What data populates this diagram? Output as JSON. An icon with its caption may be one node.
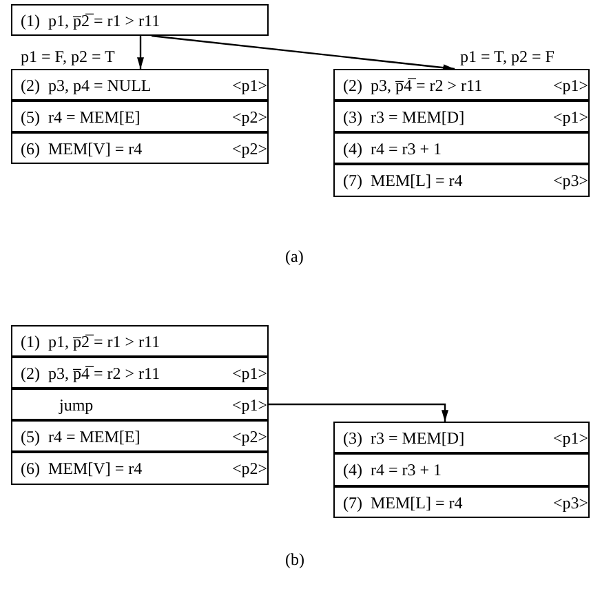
{
  "diagram": {
    "nodes": [
      {
        "text": [
          "(1)  p1, p̅2̅ = r1 > r11"
        ]
      },
      {
        "text": [
          "(2)  p3, p4 = NULL",
          "<p1>"
        ]
      },
      {
        "text": [
          "(5)  r4 = MEM[E]",
          "<p2>"
        ]
      },
      {
        "text": [
          "(6)  MEM[V] = r4",
          "<p2>"
        ]
      },
      {
        "text": [
          "(2)  p3, p̅4̅ = r2 > r11",
          "<p1>"
        ]
      },
      {
        "text": [
          "(3)  r3 = MEM[D]",
          "<p1>"
        ]
      },
      {
        "text": [
          "(4)  r4 = r3 + 1"
        ]
      },
      {
        "text": [
          "(7)  MEM[L] = r4",
          "<p3>"
        ]
      },
      {
        "text": [
          "(1)  p1, p̅2̅ = r1 > r11"
        ]
      },
      {
        "text": [
          "(2)  p3, p̅4̅ = r2 > r11",
          "<p1>"
        ]
      },
      {
        "text": [
          "jump",
          "<p1>"
        ]
      },
      {
        "text": [
          "(5)  r4 = MEM[E]",
          "<p2>"
        ]
      },
      {
        "text": [
          "(6)  MEM[V] = r4",
          "<p2>"
        ]
      },
      {
        "text": [
          "(3)  r3 = MEM[D]",
          "<p1>"
        ]
      },
      {
        "text": [
          "(4)  r4 = r3 + 1"
        ]
      },
      {
        "text": [
          "(7)  MEM[L] = r4",
          "<p3>"
        ]
      }
    ],
    "edges": [
      {
        "from": 0,
        "to": 1,
        "arrow": "to",
        "label": "p1 = F, p2 = T"
      },
      {
        "from": 0,
        "to": 4,
        "arrow": "to",
        "label": "p1 = T, p2 = F"
      },
      {
        "from": 10,
        "to": 13,
        "arrow": "to"
      }
    ],
    "labels": [
      "(a)",
      "(b)"
    ]
  }
}
